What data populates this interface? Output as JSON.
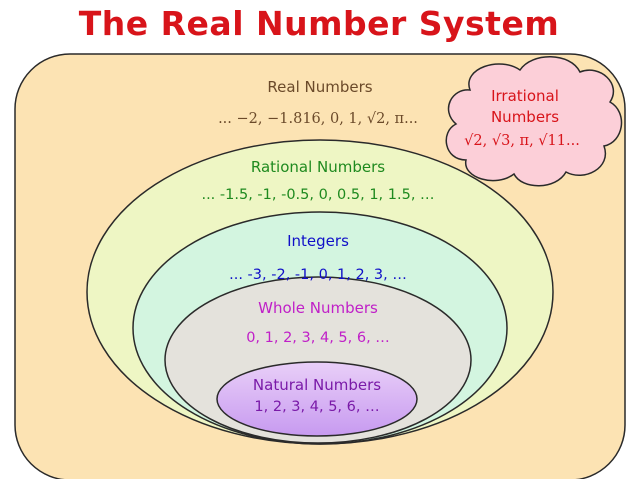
{
  "title": "The Real Number System",
  "colors": {
    "title": "#d8141a",
    "real": "#6b4a2a",
    "rational": "#1f8a1f",
    "integers": "#1010c8",
    "whole": "#c020c8",
    "natural": "#7a1aa8",
    "irrational": "#d8141a"
  },
  "sets": {
    "real": {
      "name": "Real Numbers",
      "examples": "... −2,  −1.816,  0,  1,  √2,  π..."
    },
    "irrational": {
      "name_line1": "Irrational",
      "name_line2": "Numbers",
      "examples": "√2,  √3,   π,   √11..."
    },
    "rational": {
      "name": "Rational Numbers",
      "examples": "... -1.5, -1, -0.5, 0, 0.5, 1, 1.5, …"
    },
    "integers": {
      "name": "Integers",
      "examples": "... -3, -2, -1,  0,  1, 2, 3, …"
    },
    "whole": {
      "name": "Whole Numbers",
      "examples": "0,  1, 2, 3, 4, 5, 6, …"
    },
    "natural": {
      "name": "Natural Numbers",
      "examples": "1, 2, 3, 4, 5, 6, …"
    }
  }
}
